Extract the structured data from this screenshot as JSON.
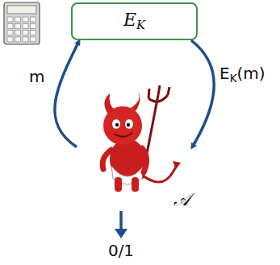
{
  "diagram": {
    "nodes": [
      {
        "text": [
          "EK"
        ]
      },
      {
        "text": [
          "𝒜"
        ],
        "in": null
      }
    ],
    "edges": [
      {
        "from": 1,
        "to": 0,
        "arrow": "to",
        "label": "m"
      },
      {
        "from": 0,
        "to": 1,
        "arrow": "to",
        "label": "EK(m)"
      }
    ],
    "labels": [
      "0/1"
    ]
  }
}
